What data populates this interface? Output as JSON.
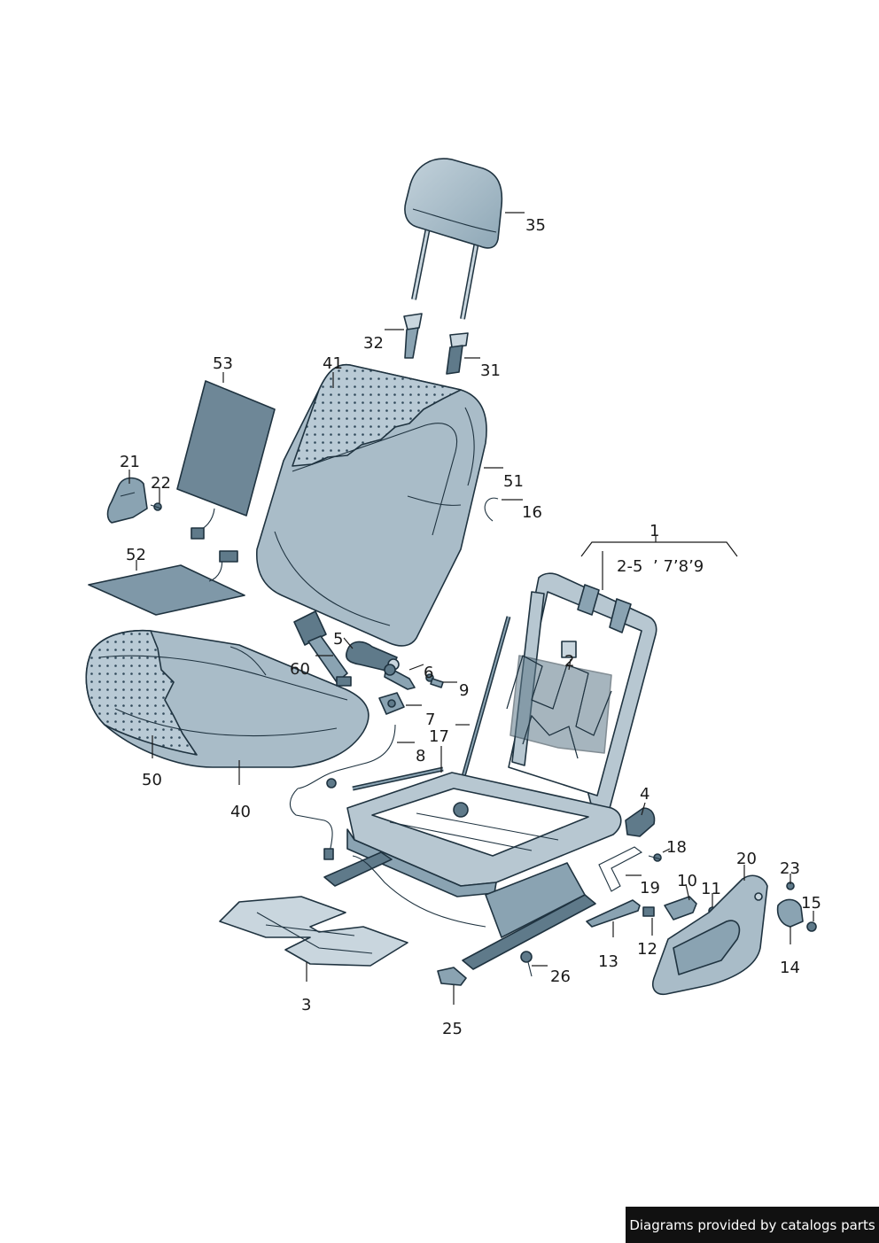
{
  "labels": {
    "p1": "1",
    "p2_5": "2-5",
    "p7_8_9": "’ 7’8’9",
    "p2": "2",
    "p3": "3",
    "p4": "4",
    "p5": "5",
    "p6": "6",
    "p7": "7",
    "p8": "8",
    "p9": "9",
    "p10": "10",
    "p11": "11",
    "p12": "12",
    "p13": "13",
    "p14": "14",
    "p15": "15",
    "p16": "16",
    "p17": "17",
    "p18": "18",
    "p19": "19",
    "p20": "20",
    "p21": "21",
    "p22": "22",
    "p23": "23",
    "p25": "25",
    "p26": "26",
    "p31": "31",
    "p32": "32",
    "p35": "35",
    "p40": "40",
    "p41": "41",
    "p50": "50",
    "p51": "51",
    "p52": "52",
    "p53": "53",
    "p60": "60"
  },
  "credit": "Diagrams provided by catalogs parts"
}
